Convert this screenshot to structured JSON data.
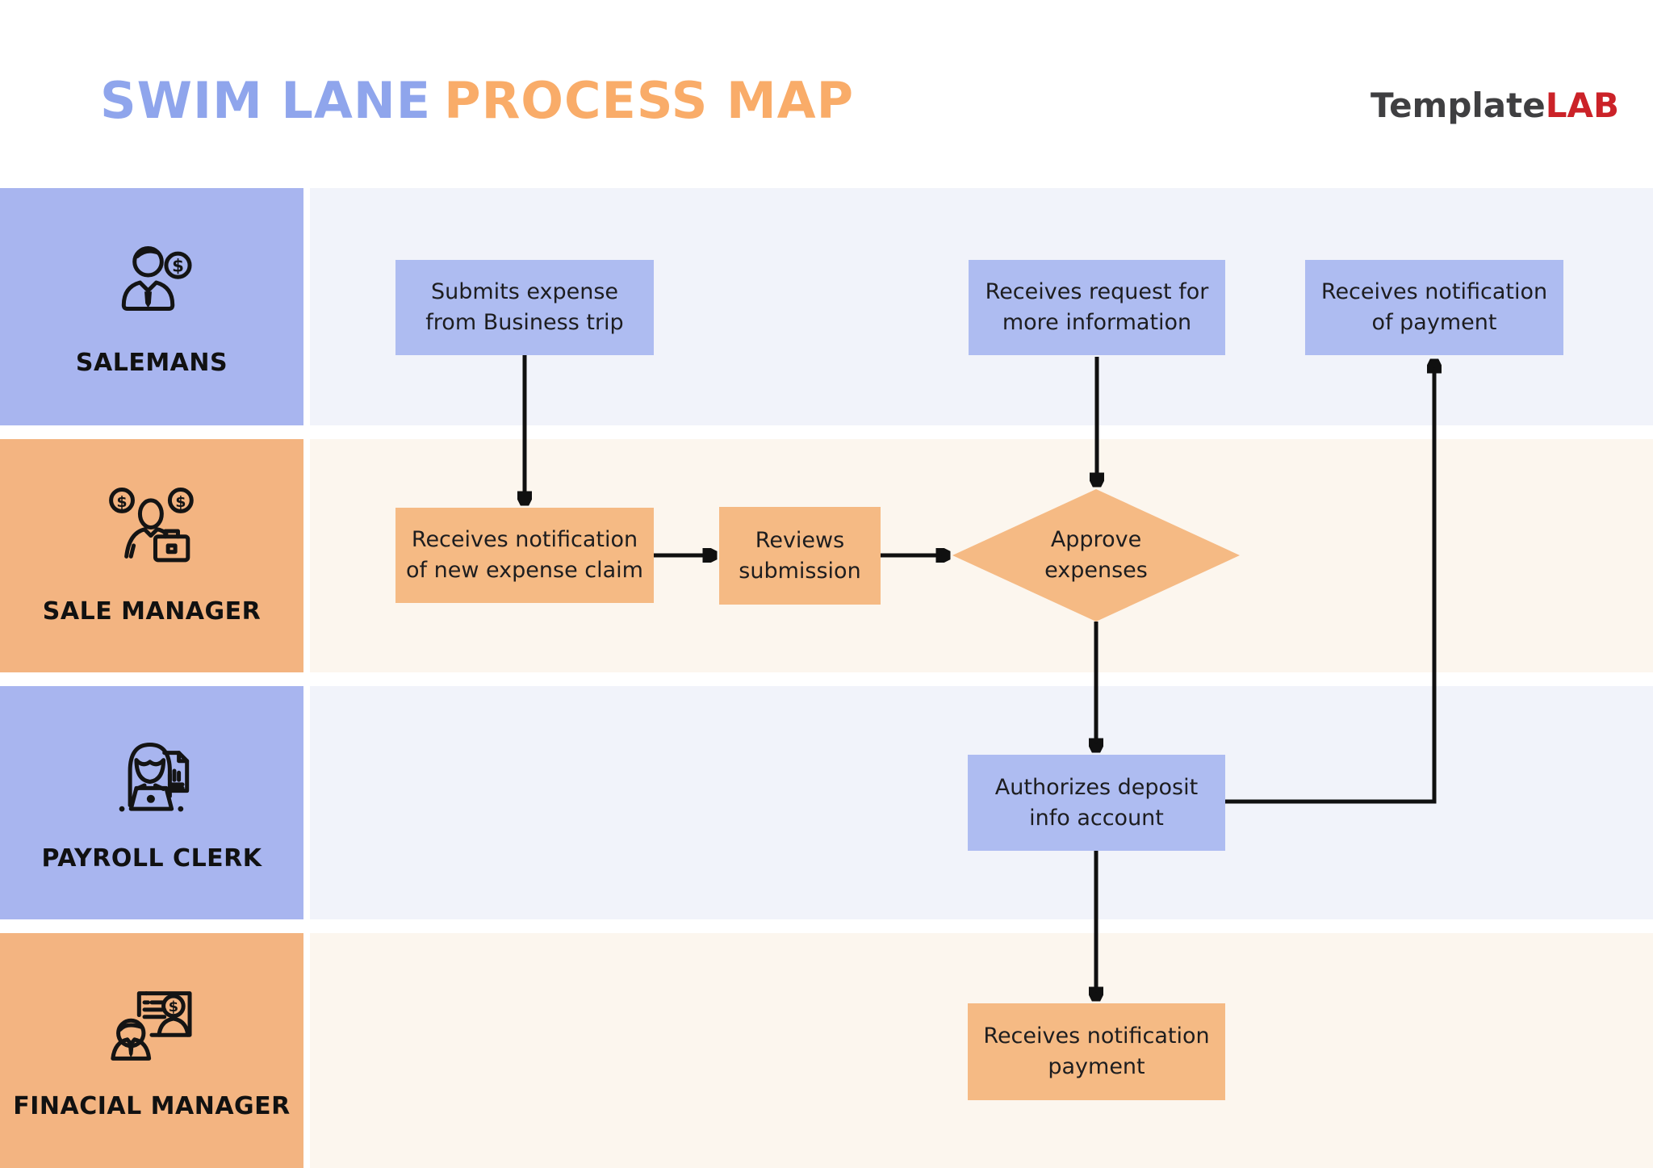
{
  "title": {
    "part1": "SWIM LANE",
    "part2": "PROCESS MAP"
  },
  "logo": {
    "part1": "Template",
    "part2": "LAB"
  },
  "colors": {
    "title_blue": "#8fa5ec",
    "title_orange": "#f9ac69",
    "logo_gray": "#3f3f41",
    "logo_red": "#cb2228",
    "lane_blue": "#a8b5ef",
    "lane_orange": "#f3b481",
    "row_blue": "#f1f3fa",
    "row_cream": "#fcf6ee",
    "box_blue": "#aebcf1",
    "box_orange": "#f5ba84",
    "ink": "#1d1d1f",
    "arrow": "#101010",
    "icon_ink": "#141414"
  },
  "lanes": [
    {
      "label": "SALEMANS",
      "icon": "salesman-icon"
    },
    {
      "label": "SALE MANAGER",
      "icon": "sale-manager-icon"
    },
    {
      "label": "PAYROLL CLERK",
      "icon": "payroll-clerk-icon"
    },
    {
      "label": "FINACIAL MANAGER",
      "icon": "financial-manager-icon"
    }
  ],
  "nodes": {
    "submits_expense": {
      "label": "Submits expense from Business trip",
      "shape": "rectangle",
      "color": "blue"
    },
    "receives_request": {
      "label": "Receives request for more information",
      "shape": "rectangle",
      "color": "blue"
    },
    "receives_payment_notice": {
      "label": "Receives notification of payment",
      "shape": "rectangle",
      "color": "blue"
    },
    "receives_claim": {
      "label": "Receives notification of new expense claim",
      "shape": "rectangle",
      "color": "orange"
    },
    "reviews_submission": {
      "label": "Reviews submission",
      "shape": "rectangle",
      "color": "orange"
    },
    "approve_expenses": {
      "label": "Approve expenses",
      "shape": "diamond",
      "color": "orange"
    },
    "authorizes_deposit": {
      "label": "Authorizes deposit info account",
      "shape": "rectangle",
      "color": "blue"
    },
    "receives_payment": {
      "label": "Receives notification payment",
      "shape": "rectangle",
      "color": "orange"
    }
  },
  "icon_dollar_glyph": "$"
}
